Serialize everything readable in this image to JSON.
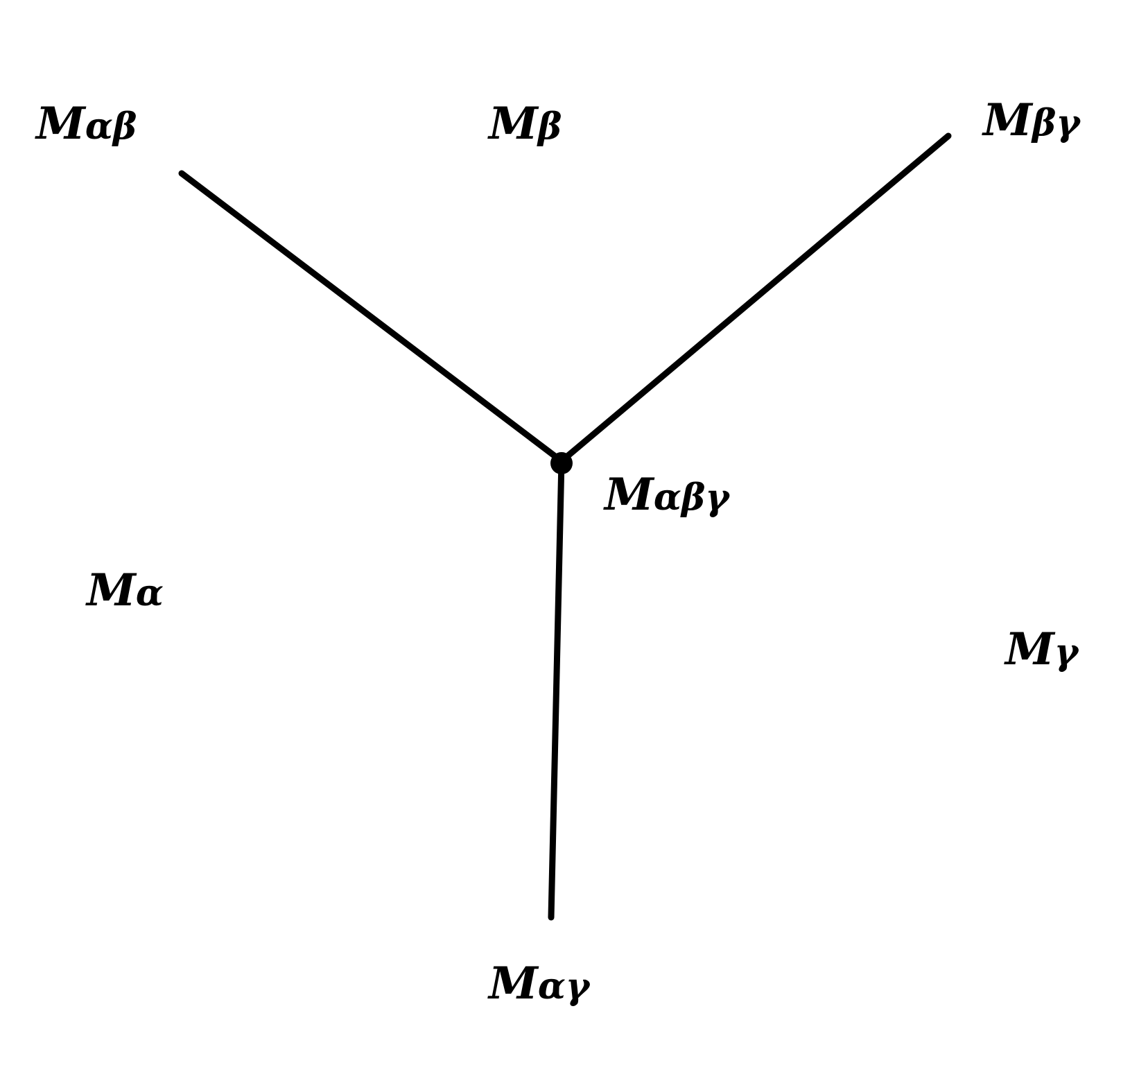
{
  "diagram": {
    "nodes": {
      "ab": {
        "main": "M",
        "sub": "αβ"
      },
      "b": {
        "main": "M",
        "sub": "β"
      },
      "bg": {
        "main": "M",
        "sub": "βγ"
      },
      "abg": {
        "main": "M",
        "sub": "αβγ"
      },
      "a": {
        "main": "M",
        "sub": "α"
      },
      "g": {
        "main": "M",
        "sub": "γ"
      },
      "ag": {
        "main": "M",
        "sub": "αγ"
      }
    },
    "edges": [
      {
        "from": "abg",
        "to": "ab"
      },
      {
        "from": "abg",
        "to": "bg"
      },
      {
        "from": "abg",
        "to": "ag"
      }
    ]
  }
}
